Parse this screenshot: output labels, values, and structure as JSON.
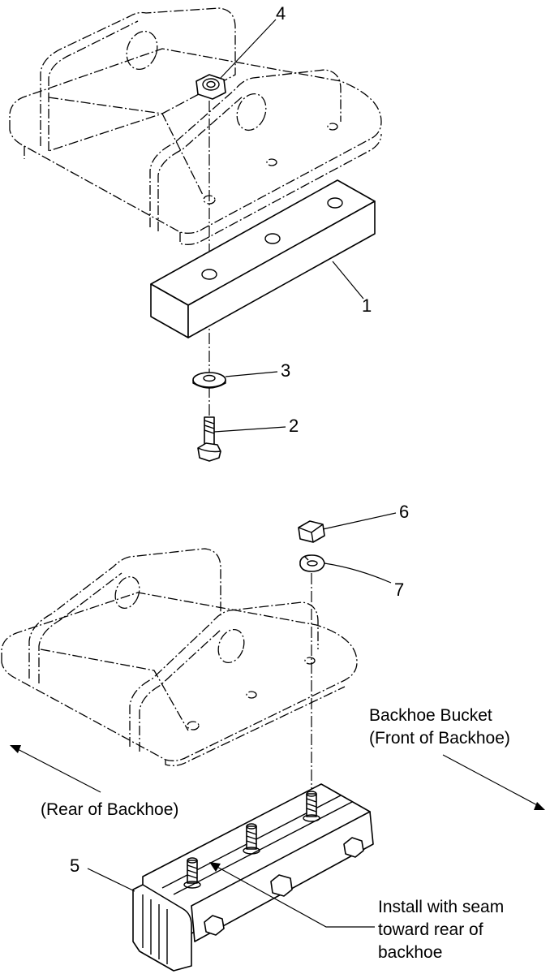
{
  "callouts": {
    "c1": "1",
    "c2": "2",
    "c3": "3",
    "c4": "4",
    "c5": "5",
    "c6": "6",
    "c7": "7"
  },
  "notes": {
    "front_line1": "Backhoe Bucket",
    "front_line2": "(Front of Backhoe)",
    "rear": "(Rear of Backhoe)",
    "seam_line1": "Install with seam",
    "seam_line2": "toward rear of",
    "seam_line3": "backhoe"
  }
}
